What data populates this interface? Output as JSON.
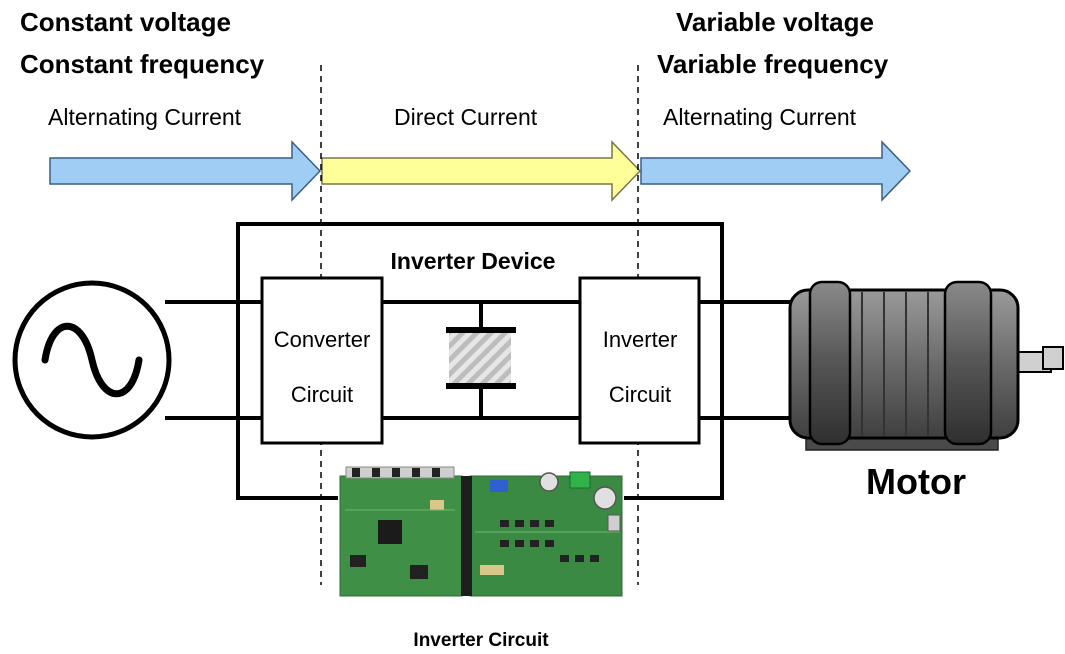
{
  "header": {
    "left_line1": "Constant voltage",
    "left_line2": "Constant frequency",
    "right_line1": "Variable voltage",
    "right_line2": "Variable frequency"
  },
  "flow": {
    "input_label": "Alternating Current",
    "dc_label": "Direct Current",
    "output_label": "Alternating Current"
  },
  "device": {
    "title": "Inverter Device",
    "converter_line1": "Converter",
    "converter_line2": "Circuit",
    "inverter_line1": "Inverter",
    "inverter_line2": "Circuit"
  },
  "motor": {
    "label": "Motor"
  },
  "board": {
    "caption": "Inverter Circuit"
  },
  "colors": {
    "ac_arrow": "#9fcdf3",
    "dc_arrow": "#ffff99",
    "motor_body": "#6e6e6e",
    "pcb": "#3f8f46"
  },
  "icons": {
    "source": "ac-source-sine-icon",
    "capacitor": "capacitor-icon",
    "motor": "motor-icon",
    "board": "pcb-board-image"
  }
}
